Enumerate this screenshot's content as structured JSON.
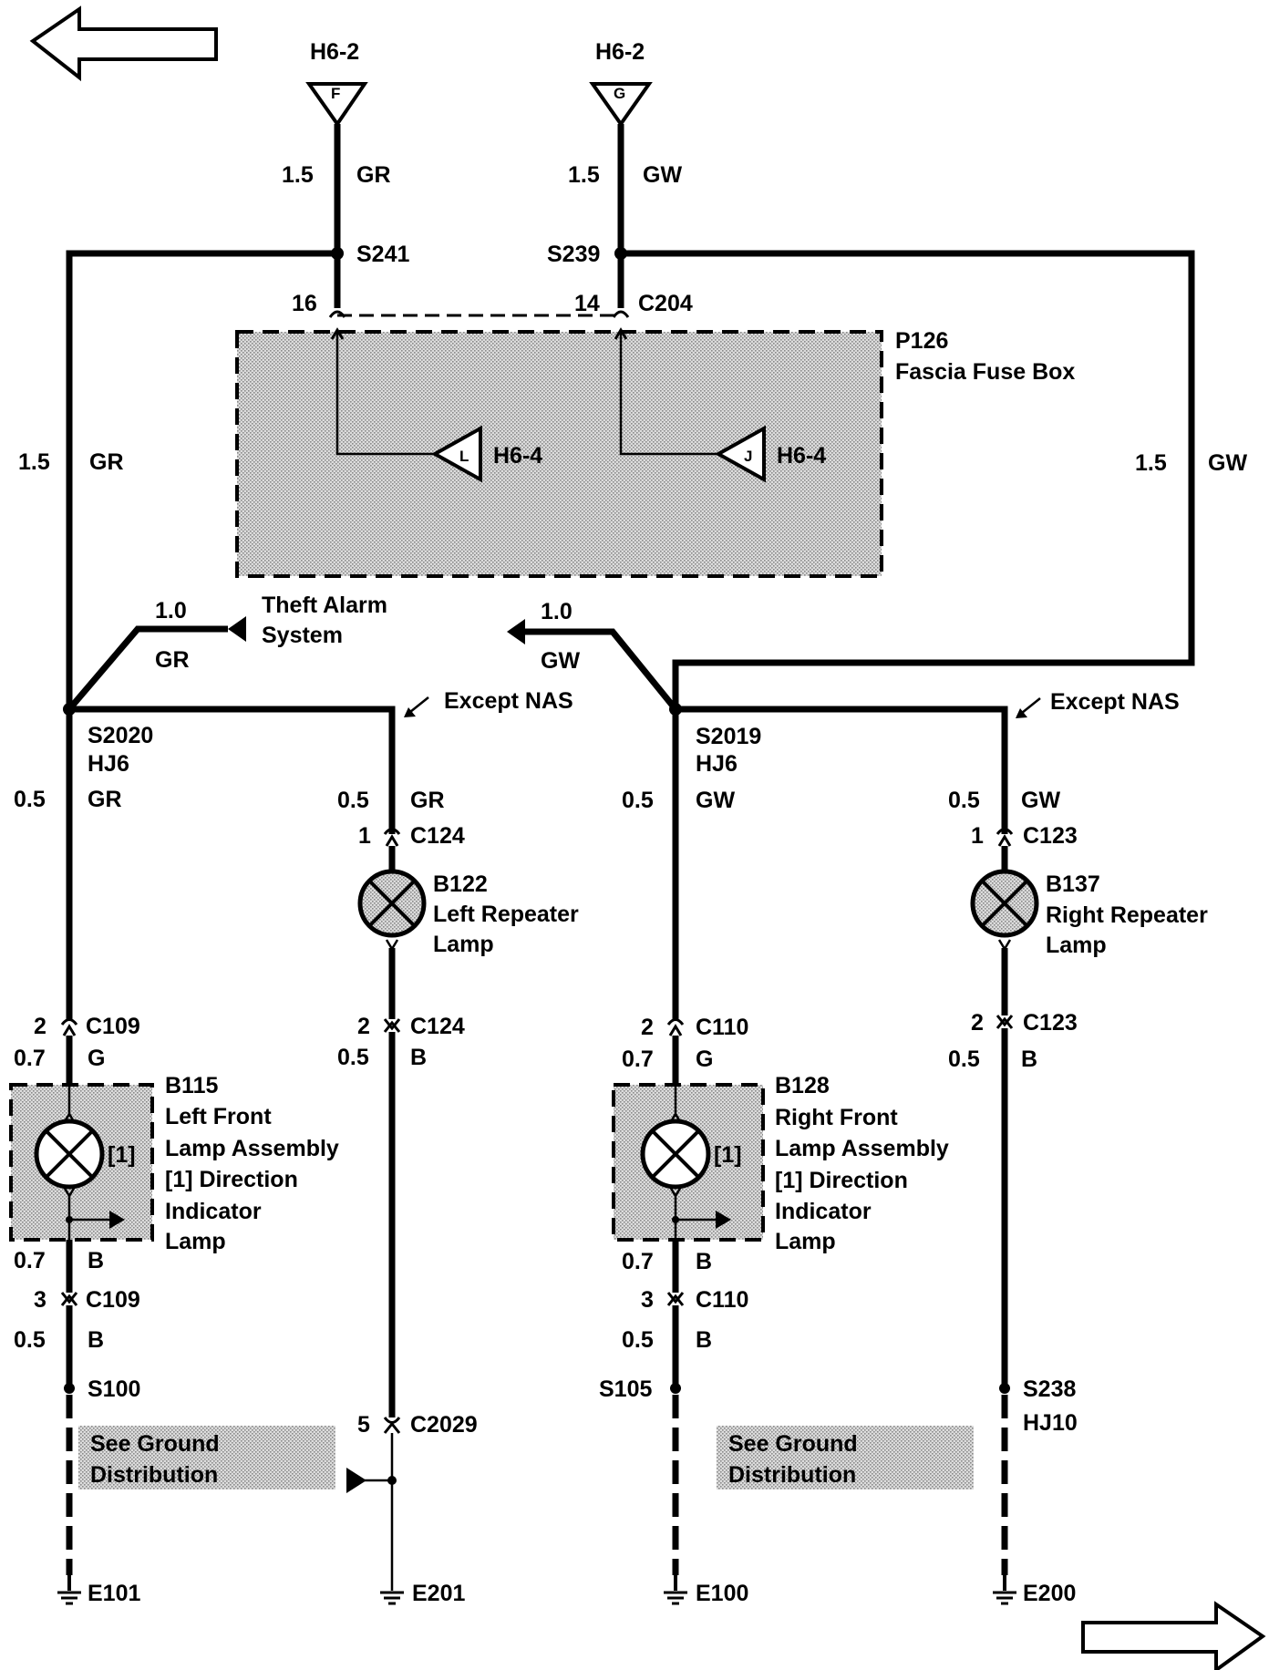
{
  "fuse_box": {
    "id": "P126",
    "name": "Fascia Fuse Box",
    "connector": "C204",
    "pin_gr": "16",
    "pin_gw": "14"
  },
  "inputs": {
    "left": {
      "ref": "H6-2",
      "letter": "F",
      "size": "1.5",
      "color": "GR",
      "splice": "S241"
    },
    "right": {
      "ref": "H6-2",
      "letter": "G",
      "size": "1.5",
      "color": "GW",
      "splice": "S239"
    },
    "fuse_left": {
      "letter": "L",
      "ref": "H6-4"
    },
    "fuse_right": {
      "letter": "J",
      "ref": "H6-4"
    }
  },
  "feed_labels": {
    "left_size": "1.5",
    "left_color": "GR",
    "right_size": "1.5",
    "right_color": "GW"
  },
  "theft_alarm": {
    "label_line1": "Theft Alarm",
    "label_line2": "System",
    "gr_size": "1.0",
    "gr_color": "GR",
    "gw_size": "1.0",
    "gw_color": "GW"
  },
  "splices": {
    "s2020": "S2020",
    "s2020_loc": "HJ6",
    "s2019": "S2019",
    "s2019_loc": "HJ6"
  },
  "except_nas": "Except NAS",
  "left_repeater": {
    "id": "B122",
    "line1": "Left Repeater",
    "line2": "Lamp",
    "conn": "C124",
    "pin_top": "1",
    "pin_bot": "2",
    "top_size": "0.5",
    "top_color": "GR",
    "bot_size": "0.5",
    "bot_color": "B",
    "conn_lower": "C2029",
    "conn_lower_pin": "5"
  },
  "right_repeater": {
    "id": "B137",
    "line1": "Right Repeater",
    "line2": "Lamp",
    "conn": "C123",
    "pin_top": "1",
    "pin_bot": "2",
    "top_size": "0.5",
    "top_color": "GW",
    "bot_size": "0.5",
    "bot_color": "B",
    "splice": "S238",
    "splice_loc": "HJ10"
  },
  "left_front": {
    "id": "B115",
    "line1": "Left Front",
    "line2": "Lamp Assembly",
    "tag": "[1]",
    "line3": "[1]   Direction",
    "line4": "Indicator",
    "line5": "Lamp",
    "feed_size": "0.5",
    "feed_color": "GR",
    "conn": "C109",
    "pin_top": "2",
    "pin_bot": "3",
    "in_size": "0.7",
    "in_color": "G",
    "out_size": "0.7",
    "out_color": "B",
    "low_size": "0.5",
    "low_color": "B",
    "splice": "S100"
  },
  "right_front": {
    "id": "B128",
    "line1": "Right Front",
    "line2": "Lamp Assembly",
    "tag": "[1]",
    "line3": "[1]   Direction",
    "line4": "Indicator",
    "line5": "Lamp",
    "feed_size": "0.5",
    "feed_color": "GW",
    "conn": "C110",
    "pin_top": "2",
    "pin_bot": "3",
    "in_size": "0.7",
    "in_color": "G",
    "out_size": "0.7",
    "out_color": "B",
    "low_size": "0.5",
    "low_color": "B",
    "splice": "S105"
  },
  "ground_note": {
    "line1": "See Ground",
    "line2": "Distribution"
  },
  "grounds": {
    "e101": "E101",
    "e201": "E201",
    "e100": "E100",
    "e200": "E200"
  },
  "icons": {
    "prev_page": "left-arrow-icon",
    "next_page": "right-arrow-icon",
    "lamp": "lamp-bulb-icon",
    "ground": "ground-symbol-icon"
  }
}
